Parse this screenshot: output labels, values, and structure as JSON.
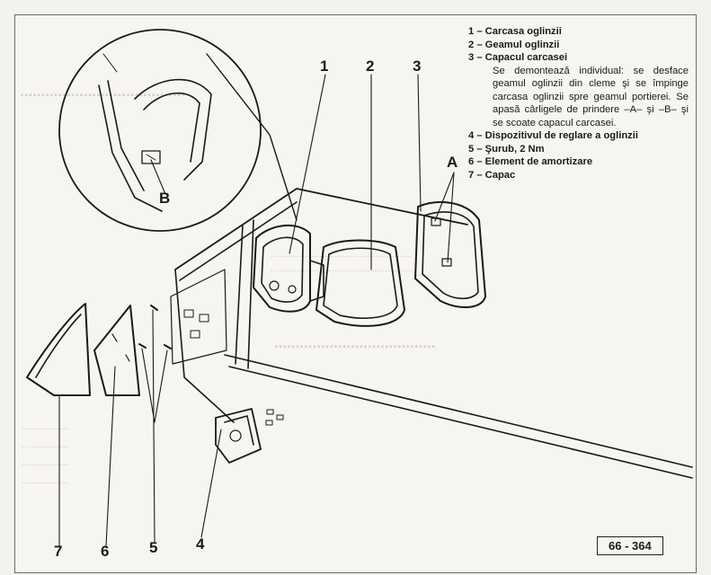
{
  "legend": {
    "item1": "1 – Carcasa oglinzii",
    "item2": "2 – Geamul oglinzii",
    "item3": "3 – Capacul carcasei",
    "item3_desc": "Se demontează individual: se desface geamul oglinzii din cleme şi se împinge carcasa oglinzii spre geamul portierei. Se apasă cârligele de prindere –A– şi –B– şi se scoate capacul carcasei.",
    "item4": "4 – Dispozitivul de reglare a oglinzii",
    "item5": "5 – Şurub, 2 Nm",
    "item6": "6 – Element de amortizare",
    "item7": "7 – Capac"
  },
  "callouts": {
    "n1": "1",
    "n2": "2",
    "n3": "3",
    "n4": "4",
    "n5": "5",
    "n6": "6",
    "n7": "7",
    "hookA": "A",
    "hookB": "B"
  },
  "page_number": "66 - 364"
}
